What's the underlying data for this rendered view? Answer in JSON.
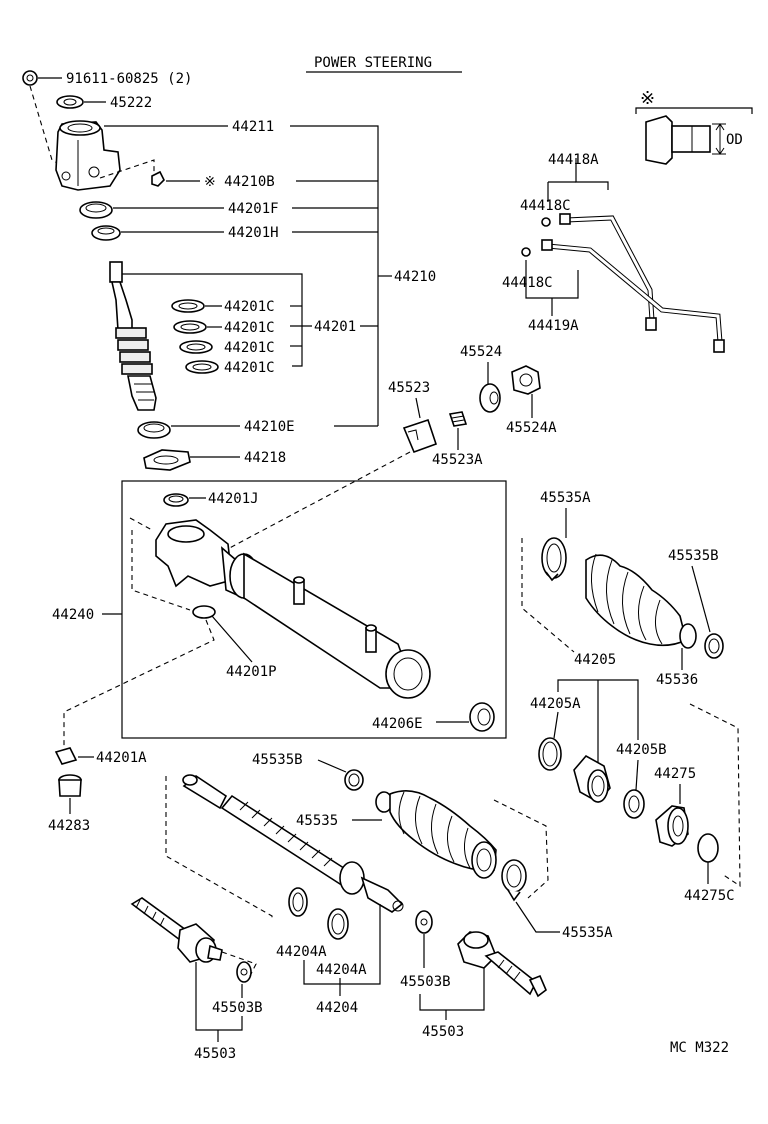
{
  "title": "POWER STEERING",
  "footer_code": "MC M322",
  "marker_symbol": "※",
  "od_label": "OD",
  "labels": {
    "p91611": "91611-60825 (2)",
    "p45222": "45222",
    "p44211": "44211",
    "p44210B": "※ 44210B",
    "p44201F": "44201F",
    "p44201H": "44201H",
    "p44210": "44210",
    "p44201C_1": "44201C",
    "p44201C_2": "44201C",
    "p44201C_3": "44201C",
    "p44201C_4": "44201C",
    "p44201": "44201",
    "p44210E": "44210E",
    "p44218": "44218",
    "p44418A": "44418A",
    "p44418C_1": "44418C",
    "p44418C_2": "44418C",
    "p44419A": "44419A",
    "p45524": "45524",
    "p45523": "45523",
    "p45524A": "45524A",
    "p45523A": "45523A",
    "p44201J": "44201J",
    "p44240": "44240",
    "p44201P": "44201P",
    "p44206E": "44206E",
    "p44201A": "44201A",
    "p44283": "44283",
    "p45535A_1": "45535A",
    "p45535B_1": "45535B",
    "p45536": "45536",
    "p44205": "44205",
    "p44205A": "44205A",
    "p44205B": "44205B",
    "p44275": "44275",
    "p44275C": "44275C",
    "p45535B_2": "45535B",
    "p45535": "45535",
    "p45535A_2": "45535A",
    "p44204A_1": "44204A",
    "p44204A_2": "44204A",
    "p44204": "44204",
    "p45503B_1": "45503B",
    "p45503B_2": "45503B",
    "p45503_1": "45503",
    "p45503_2": "45503"
  }
}
